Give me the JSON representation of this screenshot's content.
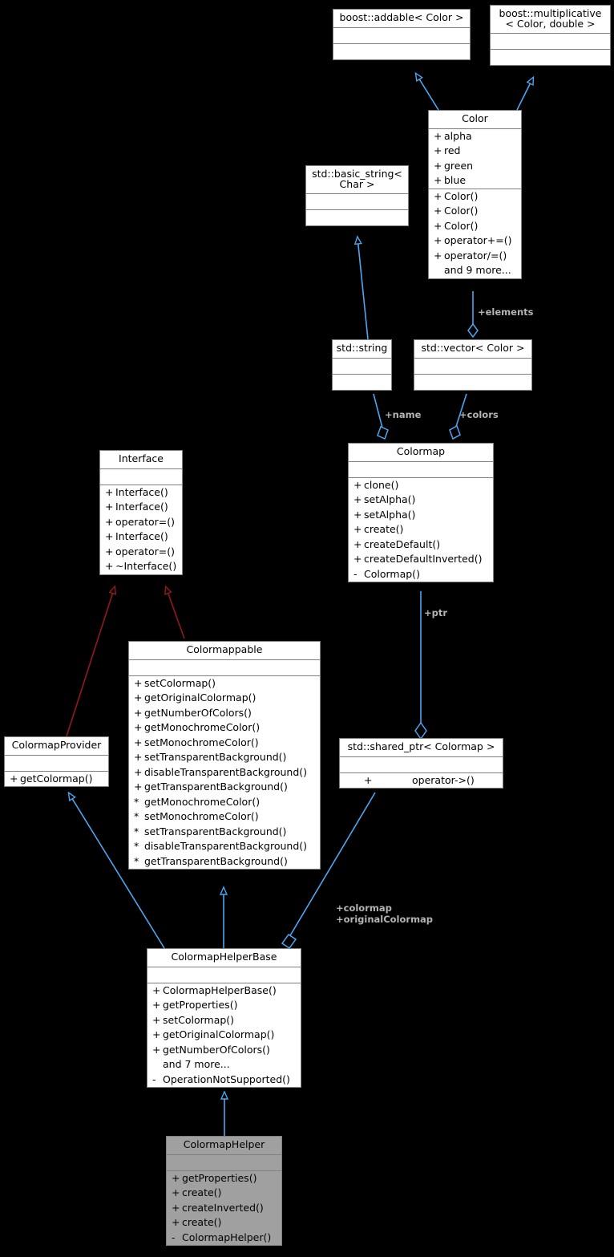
{
  "diagram": {
    "title": "Colormap class inheritance diagram",
    "background": "#000000",
    "colors": {
      "box_border": "#808080",
      "box_fill": "#ffffff",
      "highlight_fill": "#a0a0a0",
      "inheritance_arrow": "#8b1a1a",
      "usage_arrow": "#4da6f0",
      "edge_label": "#b4b4b4"
    }
  },
  "nodes": {
    "boost_addable": {
      "title": "boost::addable< Color >",
      "attributes": [],
      "operations": []
    },
    "boost_multiplicative": {
      "title": "boost::multiplicative\n< Color, double >",
      "attributes": [],
      "operations": []
    },
    "color": {
      "title": "Color",
      "attributes": [
        {
          "vis": "+",
          "name": "alpha"
        },
        {
          "vis": "+",
          "name": "red"
        },
        {
          "vis": "+",
          "name": "green"
        },
        {
          "vis": "+",
          "name": "blue"
        }
      ],
      "operations": [
        {
          "vis": "+",
          "name": "Color()"
        },
        {
          "vis": "+",
          "name": "Color()"
        },
        {
          "vis": "+",
          "name": "Color()"
        },
        {
          "vis": "+",
          "name": "operator+=()"
        },
        {
          "vis": "+",
          "name": "operator/=()"
        },
        {
          "vis": "",
          "name": "and 9 more..."
        }
      ]
    },
    "basic_string": {
      "title": "std::basic_string<\nChar >",
      "attributes": [],
      "operations": []
    },
    "std_string": {
      "title": "std::string",
      "attributes": [],
      "operations": []
    },
    "std_vector_color": {
      "title": "std::vector< Color >",
      "attributes": [],
      "operations": []
    },
    "colormap": {
      "title": "Colormap",
      "attributes": [],
      "operations": [
        {
          "vis": "+",
          "name": "clone()"
        },
        {
          "vis": "+",
          "name": "setAlpha()"
        },
        {
          "vis": "+",
          "name": "setAlpha()"
        },
        {
          "vis": "+",
          "name": "create()"
        },
        {
          "vis": "+",
          "name": "createDefault()"
        },
        {
          "vis": "+",
          "name": "createDefaultInverted()"
        },
        {
          "vis": "-",
          "name": "Colormap()"
        }
      ]
    },
    "interface": {
      "title": "Interface",
      "attributes": [],
      "operations": [
        {
          "vis": "+",
          "name": "Interface()"
        },
        {
          "vis": "+",
          "name": "Interface()"
        },
        {
          "vis": "+",
          "name": "operator=()"
        },
        {
          "vis": "+",
          "name": "Interface()"
        },
        {
          "vis": "+",
          "name": "operator=()"
        },
        {
          "vis": "+",
          "name": "~Interface()"
        }
      ]
    },
    "colormappable": {
      "title": "Colormappable",
      "attributes": [],
      "operations": [
        {
          "vis": "+",
          "name": "setColormap()"
        },
        {
          "vis": "+",
          "name": "getOriginalColormap()"
        },
        {
          "vis": "+",
          "name": "getNumberOfColors()"
        },
        {
          "vis": "+",
          "name": "getMonochromeColor()"
        },
        {
          "vis": "+",
          "name": "setMonochromeColor()"
        },
        {
          "vis": "+",
          "name": "setTransparentBackground()"
        },
        {
          "vis": "+",
          "name": "disableTransparentBackground()"
        },
        {
          "vis": "+",
          "name": "getTransparentBackground()"
        },
        {
          "vis": "*",
          "name": "getMonochromeColor()"
        },
        {
          "vis": "*",
          "name": "setMonochromeColor()"
        },
        {
          "vis": "*",
          "name": "setTransparentBackground()"
        },
        {
          "vis": "*",
          "name": "disableTransparentBackground()"
        },
        {
          "vis": "*",
          "name": "getTransparentBackground()"
        }
      ]
    },
    "colormap_provider": {
      "title": "ColormapProvider",
      "attributes": [],
      "operations": [
        {
          "vis": "+",
          "name": "getColormap()"
        }
      ]
    },
    "shared_ptr_colormap": {
      "title": "std::shared_ptr< Colormap >",
      "attributes": [],
      "operations": [
        {
          "vis": "+",
          "name": "operator->()"
        }
      ]
    },
    "colormap_helper_base": {
      "title": "ColormapHelperBase",
      "attributes": [],
      "operations": [
        {
          "vis": "+",
          "name": "ColormapHelperBase()"
        },
        {
          "vis": "+",
          "name": "getProperties()"
        },
        {
          "vis": "+",
          "name": "setColormap()"
        },
        {
          "vis": "+",
          "name": "getOriginalColormap()"
        },
        {
          "vis": "+",
          "name": "getNumberOfColors()"
        },
        {
          "vis": "",
          "name": "and 7 more..."
        },
        {
          "vis": "-",
          "name": "OperationNotSupported()"
        }
      ]
    },
    "colormap_helper": {
      "title": "ColormapHelper",
      "attributes": [],
      "operations": [
        {
          "vis": "+",
          "name": "getProperties()"
        },
        {
          "vis": "+",
          "name": "create()"
        },
        {
          "vis": "+",
          "name": "createInverted()"
        },
        {
          "vis": "+",
          "name": "create()"
        },
        {
          "vis": "-",
          "name": "ColormapHelper()"
        }
      ]
    }
  },
  "edge_labels": {
    "elements": "+elements",
    "name": "+name",
    "colors": "+colors",
    "ptr": "+ptr",
    "colormap_pair": "+colormap\n+originalColormap"
  }
}
